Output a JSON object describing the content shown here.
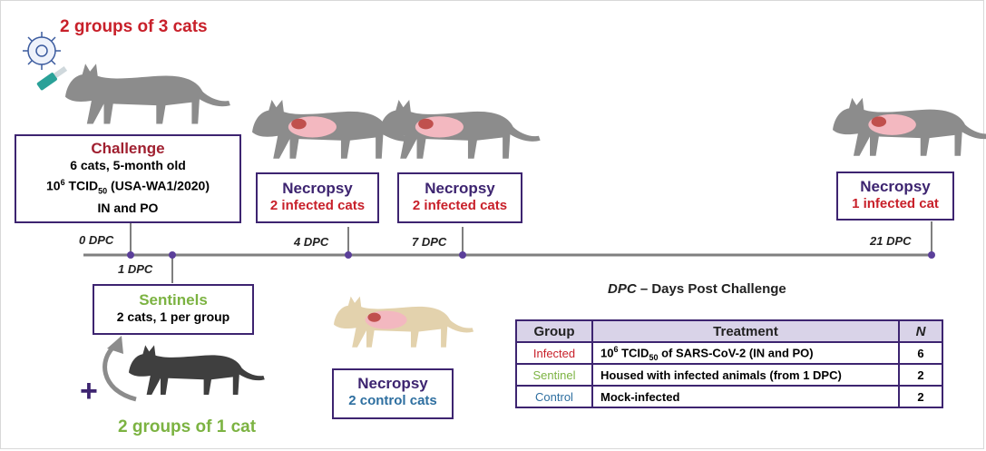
{
  "header": {
    "title": "2 groups of 3 cats"
  },
  "challenge": {
    "title": "Challenge",
    "line1": "6 cats, 5-month old",
    "line2_pre": "10",
    "line2_sup": "6",
    "line2_mid": " TCID",
    "line2_sub": "50",
    "line2_post": " (USA-WA1/2020)",
    "line3": "IN and PO"
  },
  "necropsies": [
    {
      "title": "Necropsy",
      "detail": "2 infected cats",
      "dpc": "4 DPC"
    },
    {
      "title": "Necropsy",
      "detail": "2 infected cats",
      "dpc": "7 DPC"
    },
    {
      "title": "Necropsy",
      "detail": "1 infected cat",
      "dpc": "21 DPC"
    }
  ],
  "timeline": {
    "start": "0 DPC",
    "sentinel_day": "1 DPC"
  },
  "sentinels": {
    "title": "Sentinels",
    "detail": "2 cats, 1 per group",
    "footer": "2 groups of 1 cat",
    "plus": "+"
  },
  "control_necropsy": {
    "title": "Necropsy",
    "detail": "2 control cats"
  },
  "legend_title": {
    "abbr": "DPC",
    "rest": " – Days Post Challenge"
  },
  "table": {
    "headers": [
      "Group",
      "Treatment",
      "N"
    ],
    "rows": [
      {
        "group": "Infected",
        "t_pre": "10",
        "t_sup": "6",
        "t_mid": " TCID",
        "t_sub": "50",
        "t_post": " of SARS-CoV-2 (IN and PO)",
        "n": "6",
        "color": "#c8202a"
      },
      {
        "group": "Sentinel",
        "treatment": "Housed with infected animals (from 1 DPC)",
        "n": "2",
        "color": "#7cb342"
      },
      {
        "group": "Control",
        "treatment": "Mock-infected",
        "n": "2",
        "color": "#2e6fa0"
      }
    ]
  },
  "colors": {
    "accent": "#3d2470",
    "infected": "#c8202a",
    "sentinel": "#7cb342",
    "control": "#2e6fa0",
    "timeline": "#7f7f7f"
  }
}
